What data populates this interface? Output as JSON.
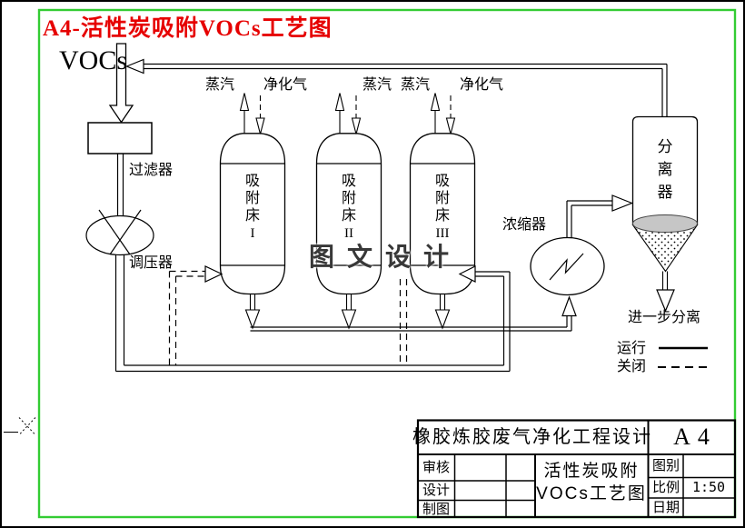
{
  "colors": {
    "border_green": "#33cc33",
    "title_red": "#e60000",
    "line_black": "#000000",
    "separator_liquid_fill": "#c6c6c6"
  },
  "page_title": "A4-活性炭吸附VOCs工艺图",
  "diagram": {
    "inlet_label": "VOCs",
    "top_labels": {
      "steam1": "蒸汽",
      "purified1": "净化气",
      "steam2": "蒸汽",
      "steam3": "蒸汽",
      "purified3": "净化气"
    },
    "equipment": {
      "filter": "过滤器",
      "regulator": "调压器",
      "concentrator": "浓缩器",
      "separator_chars": [
        "分",
        "离",
        "器"
      ],
      "further_separation": "进一步分离"
    },
    "beds": [
      {
        "chars": [
          "吸",
          "附",
          "床"
        ],
        "numeral": "I"
      },
      {
        "chars": [
          "吸",
          "附",
          "床"
        ],
        "numeral": "II"
      },
      {
        "chars": [
          "吸",
          "附",
          "床"
        ],
        "numeral": "III"
      }
    ],
    "legend": {
      "run": "运行",
      "closed": "关闭"
    },
    "watermark": "图文设计"
  },
  "title_block": {
    "project_name": "橡胶炼胶废气净化工程设计",
    "sheet_size": "A4",
    "rows": {
      "review": "审核",
      "design": "设计",
      "draft": "制图"
    },
    "drawing_title_line1": "活性炭吸附",
    "drawing_title_line2": "VOCs工艺图",
    "fields": {
      "category": "图别",
      "scale": "比例",
      "date": "日期"
    },
    "scale_value": "1:50"
  }
}
